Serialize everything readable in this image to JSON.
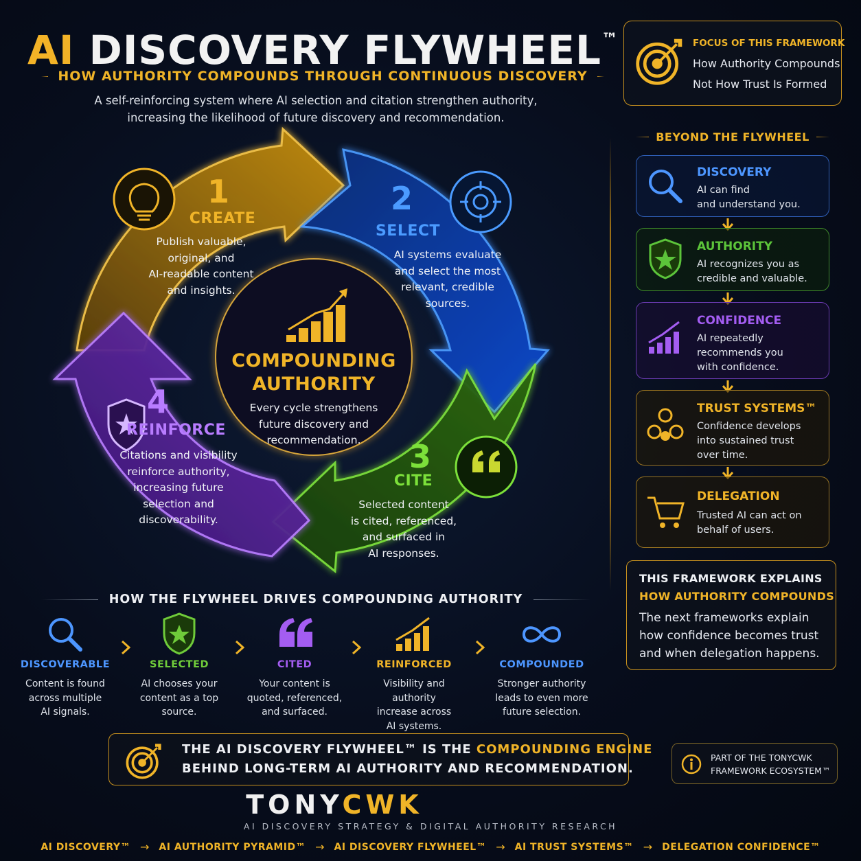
{
  "header": {
    "title_part1": "AI",
    "title_part2": "DISCOVERY FLYWHEEL",
    "title_tm": "™",
    "subtitle": "HOW AUTHORITY COMPOUNDS THROUGH CONTINUOUS DISCOVERY",
    "intro_line1": "A self-reinforcing system where AI selection and citation strengthen authority,",
    "intro_line2": "increasing the likelihood of future discovery and recommendation."
  },
  "focus": {
    "label": "FOCUS OF THIS FRAMEWORK",
    "line1": "How Authority Compounds",
    "line2": "Not How Trust Is Formed"
  },
  "wheel": {
    "center_title_1": "COMPOUNDING",
    "center_title_2": "AUTHORITY",
    "center_text": [
      "Every cycle strengthens",
      "future discovery and",
      "recommendation."
    ],
    "segments": [
      {
        "number": "1",
        "title": "CREATE",
        "text": [
          "Publish valuable,",
          "original, and",
          "AI-readable content",
          "and insights."
        ],
        "color": "#f0b428"
      },
      {
        "number": "2",
        "title": "SELECT",
        "text": [
          "AI systems evaluate",
          "and select the most",
          "relevant, credible",
          "sources."
        ],
        "color": "#3d8cff"
      },
      {
        "number": "3",
        "title": "CITE",
        "text": [
          "Selected content",
          "is cited, referenced,",
          "and surfaced in",
          "AI responses."
        ],
        "color": "#7ccc2e"
      },
      {
        "number": "4",
        "title": "REINFORCE",
        "text": [
          "Citations and visibility",
          "reinforce authority,",
          "increasing future",
          "selection and",
          "discoverability."
        ],
        "color": "#a45df2"
      }
    ]
  },
  "beyond": {
    "title": "BEYOND THE FLYWHEEL",
    "cards": [
      {
        "title": "DISCOVERY",
        "text": [
          "AI can find",
          "and understand you."
        ],
        "color": "#4d96ff",
        "icon": "magnifier-icon"
      },
      {
        "title": "AUTHORITY",
        "text": [
          "AI recognizes you as",
          "credible and valuable."
        ],
        "color": "#5cc43a",
        "icon": "shield-star-icon"
      },
      {
        "title": "CONFIDENCE",
        "text": [
          "AI repeatedly",
          "recommends you",
          "with confidence."
        ],
        "color": "#a45df2",
        "icon": "growth-chart-icon"
      },
      {
        "title": "TRUST SYSTEMS™",
        "text": [
          "Confidence develops",
          "into sustained trust",
          "over time."
        ],
        "color": "#f0b428",
        "icon": "trust-network-icon"
      },
      {
        "title": "DELEGATION",
        "text": [
          "Trusted AI can act on",
          "behalf of users."
        ],
        "color": "#f0b428",
        "icon": "cart-icon"
      }
    ]
  },
  "explain": {
    "line1": "THIS FRAMEWORK EXPLAINS",
    "line2": "HOW AUTHORITY COMPOUNDS",
    "body": [
      "The next frameworks explain",
      "how confidence becomes trust",
      "and when delegation happens."
    ]
  },
  "how": {
    "title": "HOW THE FLYWHEEL DRIVES COMPOUNDING AUTHORITY",
    "steps": [
      {
        "title": "DISCOVERABLE",
        "text": [
          "Content is found",
          "across multiple",
          "AI signals."
        ],
        "color": "#4d96ff"
      },
      {
        "title": "SELECTED",
        "text": [
          "AI chooses your",
          "content as a top",
          "source."
        ],
        "color": "#6fcb3a"
      },
      {
        "title": "CITED",
        "text": [
          "Your content is",
          "quoted, referenced,",
          "and surfaced."
        ],
        "color": "#a45df2"
      },
      {
        "title": "REINFORCED",
        "text": [
          "Visibility and authority",
          "increase across",
          "AI systems."
        ],
        "color": "#f0b428"
      },
      {
        "title": "COMPOUNDED",
        "text": [
          "Stronger authority",
          "leads to even more",
          "future selection."
        ],
        "color": "#4d96ff"
      }
    ]
  },
  "banner": {
    "l1_a": "THE AI DISCOVERY FLYWHEEL™ IS THE ",
    "l1_b": "COMPOUNDING ENGINE",
    "l2": "BEHIND LONG-TERM AI AUTHORITY AND RECOMMENDATION."
  },
  "ecosystem": {
    "line1": "PART OF THE TONYCWK",
    "line2": "FRAMEWORK ECOSYSTEM™"
  },
  "brand": {
    "part1": "TONY",
    "part2": "CWK",
    "tagline": "AI DISCOVERY STRATEGY & DIGITAL AUTHORITY RESEARCH"
  },
  "crumbs": [
    "AI DISCOVERY™",
    "AI AUTHORITY PYRAMID™",
    "AI DISCOVERY FLYWHEEL™",
    "AI TRUST SYSTEMS™",
    "DELEGATION CONFIDENCE™"
  ],
  "crumb_arrow": "→"
}
